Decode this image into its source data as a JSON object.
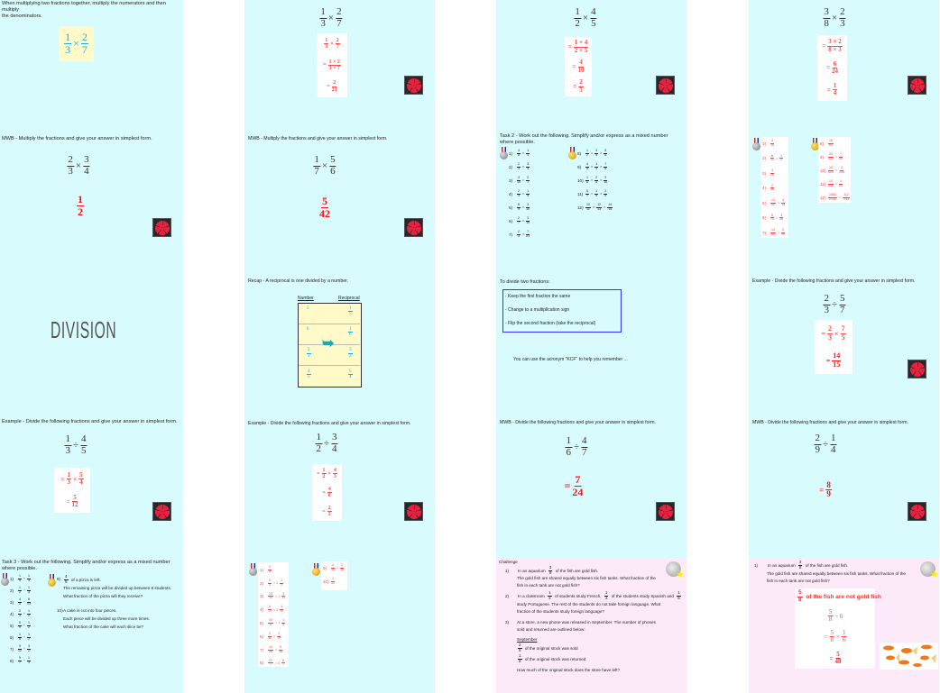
{
  "slides": {
    "r1c1": {
      "intro": "When multiplying two fractions together, multiply the numerators and then multiply",
      "intro2": "the denominators.",
      "expr": [
        [
          "1",
          "3"
        ],
        "×",
        [
          "2",
          "7"
        ]
      ]
    },
    "r1c2": {
      "question": [
        [
          "1",
          "3"
        ],
        "×",
        [
          "2",
          "7"
        ]
      ],
      "working": [
        [
          [
            "1",
            "3"
          ],
          "×",
          [
            "2",
            "7"
          ]
        ],
        [
          "=",
          [
            "1 × 2",
            "3 × 7"
          ]
        ],
        [
          "=",
          [
            "2",
            "21"
          ]
        ]
      ]
    },
    "r1c3": {
      "question": [
        [
          "1",
          "2"
        ],
        "×",
        [
          "4",
          "5"
        ]
      ],
      "working": [
        [
          "=",
          [
            "1 × 4",
            "2 × 5"
          ]
        ],
        [
          "=",
          [
            "4",
            "10"
          ]
        ],
        [
          "=",
          [
            "2",
            "5"
          ]
        ]
      ]
    },
    "r1c4": {
      "question": [
        [
          "3",
          "8"
        ],
        "×",
        [
          "2",
          "3"
        ]
      ],
      "working": [
        [
          "=",
          [
            "3 × 2",
            "8 × 3"
          ]
        ],
        [
          "=",
          [
            "6",
            "24"
          ]
        ],
        [
          "=",
          [
            "1",
            "4"
          ]
        ]
      ]
    },
    "r2c1": {
      "title": "MWB - Multiply the fractions and give your answer in simplest form.",
      "question": [
        [
          "2",
          "3"
        ],
        "×",
        [
          "3",
          "4"
        ]
      ],
      "answer": [
        [
          "1",
          "2"
        ]
      ]
    },
    "r2c2": {
      "title": "MWB - Multiply the fractions and give your answer in simplest form.",
      "question": [
        [
          "1",
          "7"
        ],
        "×",
        [
          "5",
          "6"
        ]
      ],
      "answer": [
        [
          "5",
          "42"
        ]
      ]
    },
    "r2c3": {
      "title": "Task 2 - Work out the following. Simplify and/or express as a mixed number where possible.",
      "col1": [
        {
          "n": "1)",
          "expr": [
            [
              "4",
              "5"
            ],
            "×",
            [
              "1",
              "3"
            ]
          ]
        },
        {
          "n": "2)",
          "expr": [
            [
              "2",
              "3"
            ],
            "×",
            [
              "3",
              "4"
            ]
          ]
        },
        {
          "n": "3)",
          "expr": [
            [
              "3",
              "10"
            ],
            "×",
            [
              "2",
              "7"
            ]
          ]
        },
        {
          "n": "4)",
          "expr": [
            [
              "2",
              "3"
            ],
            "×",
            [
              "1",
              "5"
            ]
          ]
        },
        {
          "n": "5)",
          "expr": [
            [
              "8",
              "9"
            ],
            "×",
            [
              "3",
              "10"
            ]
          ]
        },
        {
          "n": "6)",
          "expr": [
            [
              "2",
              "7"
            ],
            "×",
            [
              "3",
              "10"
            ]
          ]
        },
        {
          "n": "7)",
          "expr": [
            [
              "2",
              "3"
            ],
            "×",
            [
              "7",
              "21"
            ]
          ]
        }
      ],
      "col2": [
        {
          "n": "8)",
          "expr": [
            [
              "1",
              "2"
            ],
            "×",
            [
              "3",
              "4"
            ],
            "×",
            [
              "5",
              "8"
            ]
          ]
        },
        {
          "n": "9)",
          "expr": [
            [
              "4",
              "5"
            ],
            "×",
            [
              "1",
              "3"
            ],
            "×",
            [
              "7",
              "8"
            ]
          ]
        },
        {
          "n": "10)",
          "expr": [
            [
              "1",
              "6"
            ],
            "×",
            [
              "2",
              "5"
            ],
            "×",
            [
              "3",
              "10"
            ]
          ]
        },
        {
          "n": "11)",
          "expr": [
            [
              "5",
              "7"
            ],
            "×",
            [
              "1",
              "4"
            ],
            "×",
            [
              "2",
              "9"
            ]
          ]
        },
        {
          "n": "12)",
          "expr": [
            [
              "10",
              "11"
            ],
            "×",
            [
              "12",
              "13"
            ],
            "×",
            [
              "14",
              "15"
            ]
          ]
        }
      ]
    },
    "r2c4": {
      "col1": [
        {
          "n": "1)",
          "expr": [
            [
              "4",
              "15"
            ]
          ]
        },
        {
          "n": "2)",
          "expr": [
            [
              "6",
              "12"
            ],
            "=",
            [
              "1",
              "2"
            ]
          ]
        },
        {
          "n": "3)",
          "expr": [
            [
              "3",
              "70"
            ]
          ]
        },
        {
          "n": "4)",
          "expr": [
            [
              "2",
              "15"
            ]
          ]
        },
        {
          "n": "5)",
          "expr": [
            [
              "24",
              "90"
            ],
            "=",
            [
              "4",
              "15"
            ]
          ]
        },
        {
          "n": "6)",
          "expr": [
            [
              "6",
              "70"
            ],
            "=",
            [
              "3",
              "35"
            ]
          ]
        },
        {
          "n": "7)",
          "expr": [
            [
              "14",
              "63"
            ],
            "=",
            [
              "2",
              "9"
            ]
          ]
        }
      ],
      "col2": [
        {
          "n": "8)",
          "expr": [
            [
              "15",
              "64"
            ]
          ]
        },
        {
          "n": "9)",
          "expr": [
            [
              "28",
              "120"
            ],
            "=",
            [
              "7",
              "30"
            ]
          ]
        },
        {
          "n": "10)",
          "expr": [
            [
              "18",
              "600"
            ],
            "=",
            [
              "3",
              "200"
            ]
          ]
        },
        {
          "n": "11)",
          "expr": [
            [
              "12",
              "252"
            ],
            "=",
            [
              "1",
              "21"
            ]
          ]
        },
        {
          "n": "12)",
          "expr": [
            [
              "1680",
              "2145"
            ],
            "=",
            [
              "112",
              "143"
            ]
          ]
        }
      ]
    },
    "r3c1": {
      "heading": "DIVISION"
    },
    "r3c2": {
      "title": "Recap - A reciprocal is one divided by a number.",
      "col_number": "Number",
      "col_reciprocal": "Reciprocal",
      "rows": [
        {
          "number": [
            "5"
          ],
          "reciprocal": [
            [
              "1",
              "5"
            ]
          ]
        },
        {
          "number": [
            "6"
          ],
          "reciprocal": [
            [
              "1",
              "6"
            ]
          ]
        },
        {
          "number": [
            [
              "2",
              "3"
            ]
          ],
          "reciprocal": [
            [
              "3",
              "2"
            ]
          ]
        },
        {
          "number": [
            [
              "4",
              "5"
            ]
          ],
          "reciprocal": [
            [
              "5",
              "4"
            ]
          ]
        }
      ]
    },
    "r3c3": {
      "title": "To divide two fractions:",
      "steps": [
        "- Keep the first fraction the same",
        "- Change to a multiplication sign",
        "- Flip the second fraction (take the reciprocal)"
      ],
      "note": "You can use the acronym \"KCF\" to help you remember ..."
    },
    "r3c4": {
      "title": "Example - Divide the following fractions and give your answer in simplest form.",
      "question": [
        [
          "2",
          "3"
        ],
        "÷",
        [
          "5",
          "7"
        ]
      ],
      "working": [
        [
          "=",
          [
            "2",
            "3"
          ],
          "×",
          [
            "7",
            "5"
          ]
        ],
        [
          "=",
          [
            "14",
            "15"
          ]
        ]
      ]
    },
    "r4c1": {
      "title": "Example - Divide the following fractions and give your answer in simplest form.",
      "question": [
        [
          "1",
          "3"
        ],
        "÷",
        [
          "4",
          "5"
        ]
      ],
      "working": [
        [
          "=",
          [
            "1",
            "3"
          ],
          "×",
          [
            "5",
            "4"
          ]
        ],
        [
          "=",
          [
            "5",
            "12"
          ]
        ]
      ]
    },
    "r4c2": {
      "title": "Example - Divide the following fractions and give your answer in simplest form.",
      "question": [
        [
          "1",
          "2"
        ],
        "÷",
        [
          "3",
          "4"
        ]
      ],
      "working": [
        [
          "=",
          [
            "1",
            "2"
          ],
          "×",
          [
            "4",
            "3"
          ]
        ],
        [
          "=",
          [
            "4",
            "6"
          ]
        ],
        [
          "=",
          [
            "2",
            "3"
          ]
        ]
      ]
    },
    "r4c3": {
      "title": "MWB - Divide the following fractions and give your answer in simplest form.",
      "question": [
        [
          "1",
          "6"
        ],
        "÷",
        [
          "4",
          "7"
        ]
      ],
      "answer": [
        "=",
        [
          "7",
          "24"
        ]
      ]
    },
    "r4c4": {
      "title": "MWB - Divide the following fractions and give your answer in simplest form.",
      "question": [
        [
          "2",
          "9"
        ],
        "÷",
        [
          "1",
          "4"
        ]
      ],
      "answer": [
        "=",
        [
          "8",
          "9"
        ]
      ]
    },
    "r5c1": {
      "title": "Task 3 - Work out the following. Simplify and/or express as a mixed number where possible.",
      "col1": [
        {
          "n": "1)",
          "expr": [
            [
              "1",
              "5"
            ],
            "÷",
            [
              "1",
              "3"
            ]
          ]
        },
        {
          "n": "2)",
          "expr": [
            [
              "1",
              "2"
            ],
            "÷",
            [
              "1",
              "3"
            ]
          ]
        },
        {
          "n": "3)",
          "expr": [
            [
              "4",
              "5"
            ],
            "÷",
            [
              "8",
              "13"
            ]
          ]
        },
        {
          "n": "4)",
          "expr": [
            [
              "2",
              "3"
            ],
            "÷",
            [
              "1",
              "2"
            ]
          ]
        },
        {
          "n": "5)",
          "expr": [
            [
              "5",
              "9"
            ],
            "÷",
            [
              "1",
              "2"
            ]
          ]
        },
        {
          "n": "6)",
          "expr": [
            [
              "1",
              "6"
            ],
            "÷",
            [
              "1",
              "2"
            ]
          ]
        },
        {
          "n": "7)",
          "expr": [
            [
              "5",
              "12"
            ],
            "÷",
            [
              "3",
              "2"
            ]
          ]
        },
        {
          "n": "8)",
          "expr": [
            [
              "9",
              "7"
            ],
            "÷",
            [
              "1",
              "3"
            ]
          ]
        }
      ],
      "q9_num": "9)",
      "q9_line1": [
        [
          "4",
          "5"
        ],
        " of a pizza is left."
      ],
      "q9_line2": "The remaining pizza will be divided up between 8 students.",
      "q9_line3": "What fraction  of the pizza will they receive?",
      "q10_num": "10)",
      "q10_line1": "A cake is cut into four pieces.",
      "q10_line2": "Each piece will be divided up three more times.",
      "q10_line3": "What fraction of the cake will each slice be?"
    },
    "r5c2": {
      "col1": [
        {
          "n": "1)",
          "expr": [
            [
              "3",
              "5"
            ]
          ]
        },
        {
          "n": "2)",
          "expr": [
            [
              "3",
              "2"
            ],
            "= 1",
            [
              "1",
              "2"
            ]
          ]
        },
        {
          "n": "3)",
          "expr": [
            [
              "13",
              "10"
            ],
            "= 1",
            [
              "3",
              "10"
            ]
          ]
        },
        {
          "n": "4)",
          "expr": [
            [
              "4",
              "3"
            ],
            "= 1",
            [
              "1",
              "3"
            ]
          ]
        },
        {
          "n": "5)",
          "expr": [
            [
              "10",
              "9"
            ],
            "= 1",
            [
              "1",
              "9"
            ]
          ]
        },
        {
          "n": "6)",
          "expr": [
            [
              "2",
              "6"
            ],
            "=",
            [
              "1",
              "3"
            ]
          ]
        },
        {
          "n": "7)",
          "expr": [
            [
              "10",
              "36"
            ],
            "=",
            [
              "5",
              "18"
            ]
          ]
        },
        {
          "n": "8)",
          "expr": [
            [
              "27",
              "7"
            ],
            "= 3",
            [
              "6",
              "7"
            ]
          ]
        }
      ],
      "col2": [
        {
          "n": "9)",
          "expr": [
            [
              "4",
              "40"
            ],
            "=",
            [
              "1",
              "10"
            ]
          ]
        },
        {
          "n": "10)",
          "expr": [
            [
              "1",
              "12"
            ]
          ]
        }
      ]
    },
    "r5c3": {
      "title": "Challenge",
      "q1_num": "1)",
      "q1_line1": [
        "In an aquarium ",
        [
          "3",
          "8"
        ],
        " of the fish are gold fish."
      ],
      "q1_line2": "The gold fish are shared equally between six fish tanks. What fraction of the",
      "q1_line3": "fish in each tank are not gold fish?",
      "q2_num": "2)",
      "q2_line1": [
        "In a classroom ",
        [
          "1",
          "4"
        ],
        " of students study French, ",
        [
          "1",
          "3"
        ],
        " of the students study Spanish and ",
        [
          "1",
          "6"
        ]
      ],
      "q2_line2": "study Portuguese. The rest of the students do not take foreign language. What",
      "q2_line3": "fraction of the students study foreign language?",
      "q3_num": "3)",
      "q3_line1": "At a store, a new phone was released in September. The number of phones",
      "q3_line2": "sold and returned are outlined below:",
      "month": "September",
      "sold": [
        [
          "2",
          "5"
        ],
        " of the original stock was sold"
      ],
      "returned": [
        [
          "1",
          "8"
        ],
        " of the original stock was returned"
      ],
      "q3_question": "How much of the original stock does the store have left?"
    },
    "r5c4": {
      "q1_num": "1)",
      "q1_line1": [
        "In an aquarium ",
        [
          "3",
          "8"
        ],
        " of the fish are gold fish."
      ],
      "q1_line2": "The gold fish are shared equally between six fish tanks. What fraction of the",
      "q1_line3": "fish in each tank are not gold fish?",
      "headline": [
        [
          "5",
          "8"
        ],
        " of the fish are not gold fish"
      ],
      "working": [
        [
          [
            "5",
            "8"
          ],
          "÷ 6"
        ],
        [
          "=",
          [
            "5",
            "8"
          ],
          "×",
          [
            "1",
            "6"
          ]
        ],
        [
          "=",
          [
            "5",
            "48"
          ]
        ]
      ]
    }
  }
}
